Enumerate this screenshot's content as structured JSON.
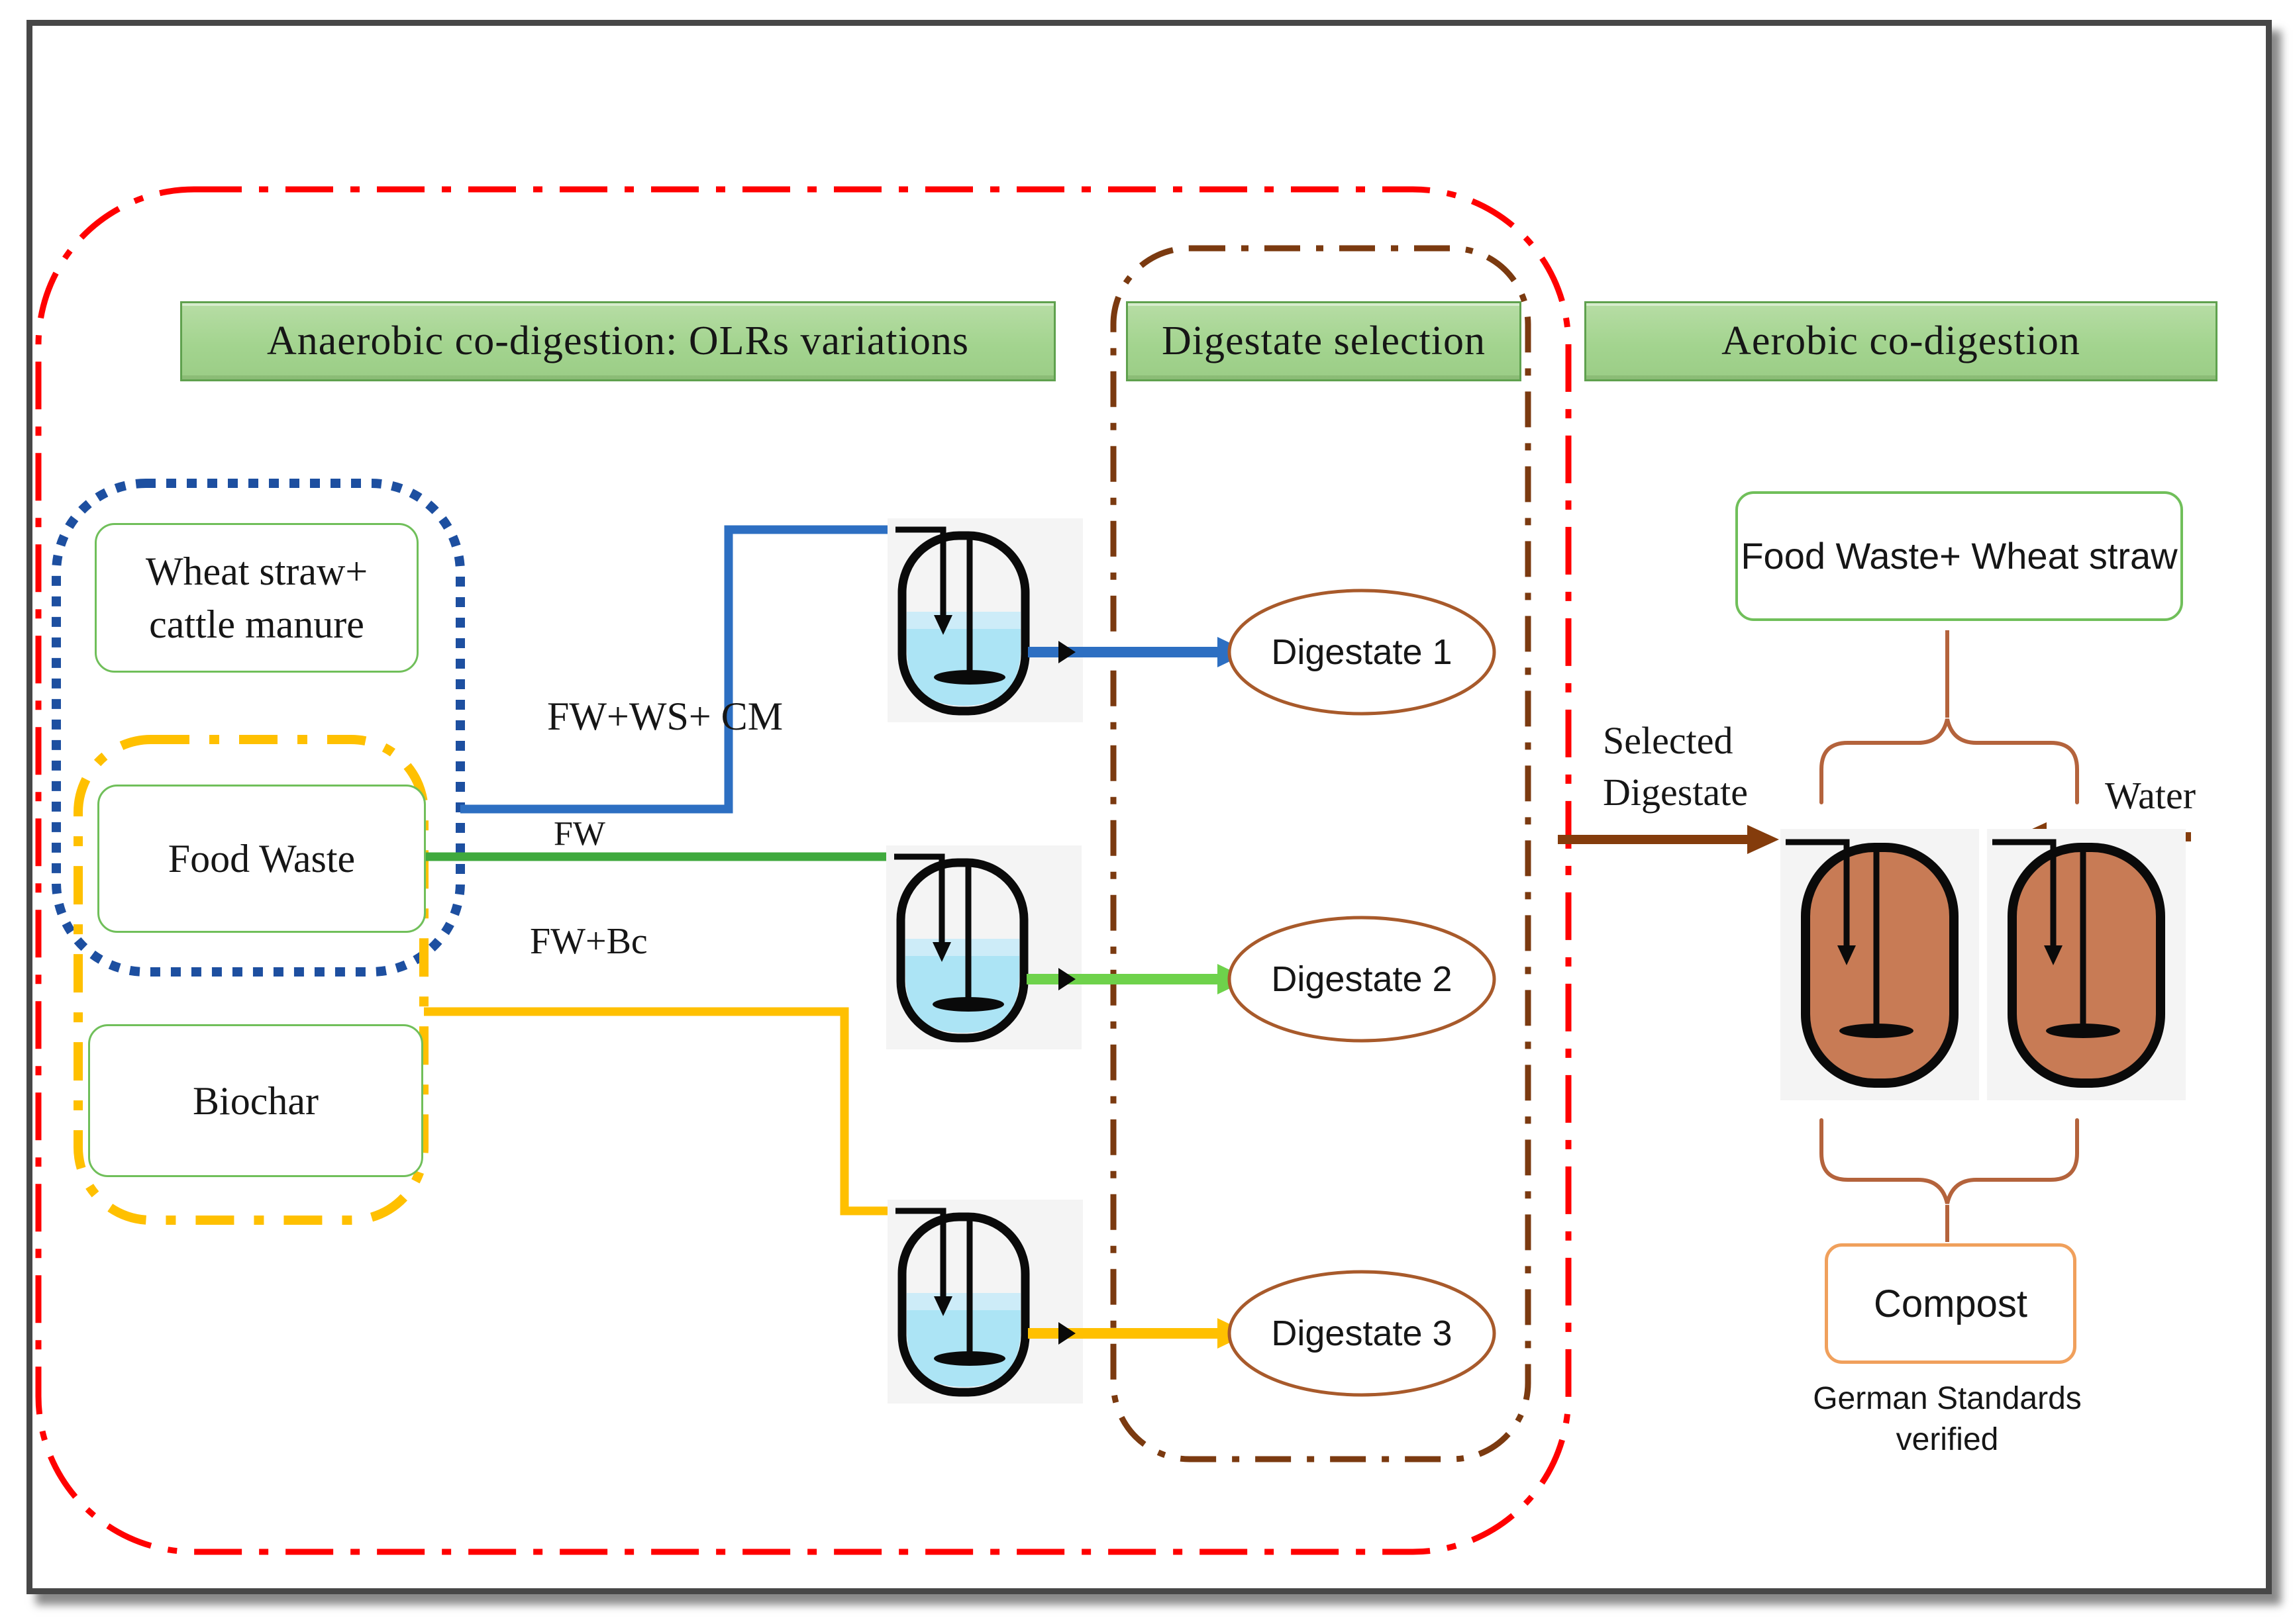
{
  "banners": {
    "anaerobic": "Anaerobic co-digestion: OLRs variations",
    "digestate_selection": "Digestate selection",
    "aerobic": "Aerobic co-digestion"
  },
  "feedstocks": {
    "wheat_cattle_line1": "Wheat straw+",
    "wheat_cattle_line2": "cattle manure",
    "food_waste": "Food Waste",
    "biochar": "Biochar"
  },
  "flow_labels": {
    "fw_ws_cm": "FW+WS+ CM",
    "fw": "FW",
    "fw_bc": "FW+Bc"
  },
  "digestates": {
    "d1": "Digestate 1",
    "d2": "Digestate 2",
    "d3": "Digestate 3"
  },
  "aerobic_stage": {
    "feed_box": "Food Waste+ Wheat straw",
    "selected_line1": "Selected",
    "selected_line2": "Digestate",
    "water": "Water",
    "compost": "Compost",
    "standards_line1": "German Standards",
    "standards_line2": "verified"
  },
  "colors": {
    "frame": "#474747",
    "banner_fill_top": "#b7dda5",
    "banner_fill_mid": "#a3d48f",
    "banner_fill_bottom": "#9bcd86",
    "banner_border": "#5fa14e",
    "green_box_border": "#70bf5a",
    "red_dash": "#ff0000",
    "brown_dash": "#7b3a10",
    "blue_dot": "#1d4fa0",
    "yellow_dash": "#ffc000",
    "blue_arrow": "#2d6fc2",
    "green_line": "#3fa93d",
    "light_green_arrow": "#6ed24b",
    "yellow_arrow": "#ffc000",
    "dark_brown_arrow": "#843c0c",
    "ellipse_stroke": "#a85a2b",
    "reactor_liquid_blue": "#ace4f5",
    "reactor_liquid_blue_top": "#cdecf8",
    "reactor_liquid_brown": "#c87b55",
    "reactor_bg": "#f4f4f4",
    "compost_border": "#f0a05c",
    "brace": "#b4633c"
  }
}
